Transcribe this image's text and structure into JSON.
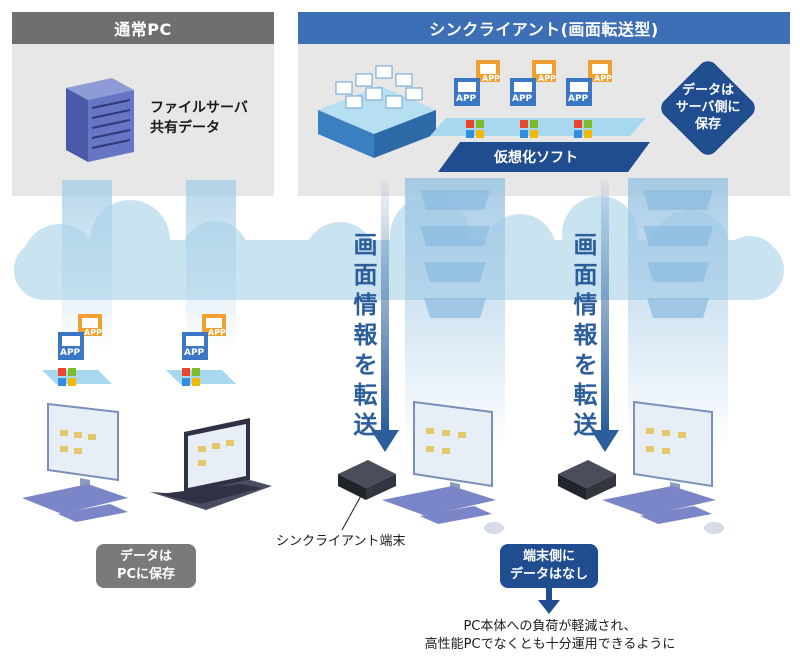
{
  "left_header": "通常PC",
  "right_header": "シンクライアント(画面転送型)",
  "file_server_label": [
    "ファイルサーバ",
    "共有データ"
  ],
  "app_label": "APP",
  "virtualization_label": "仮想化ソフト",
  "server_side_badge": [
    "データは",
    "サーバ側に",
    "保存"
  ],
  "transfer_text": "画面情報を転送",
  "pc_storage_badge": [
    "データは",
    "PCに保存"
  ],
  "client_terminal_label": "シンクライアント端末",
  "no_data_badge": [
    "端末側に",
    "データはなし"
  ],
  "benefit_note": [
    "PC本体への負荷が軽減され、",
    "高性能PCでなくとも十分運用できるように"
  ],
  "colors": {
    "left_header_bg": "#6f6f6f",
    "right_header_bg": "#3d6fb6",
    "panel_bg": "#e7e7e7",
    "cloud": "#c9e3f1",
    "arrow": "#2c5e9c",
    "navy": "#1f4d8f",
    "gray_badge": "#7a7a7a",
    "app_orange": "#f0a030",
    "app_blue": "#3b77c4"
  }
}
